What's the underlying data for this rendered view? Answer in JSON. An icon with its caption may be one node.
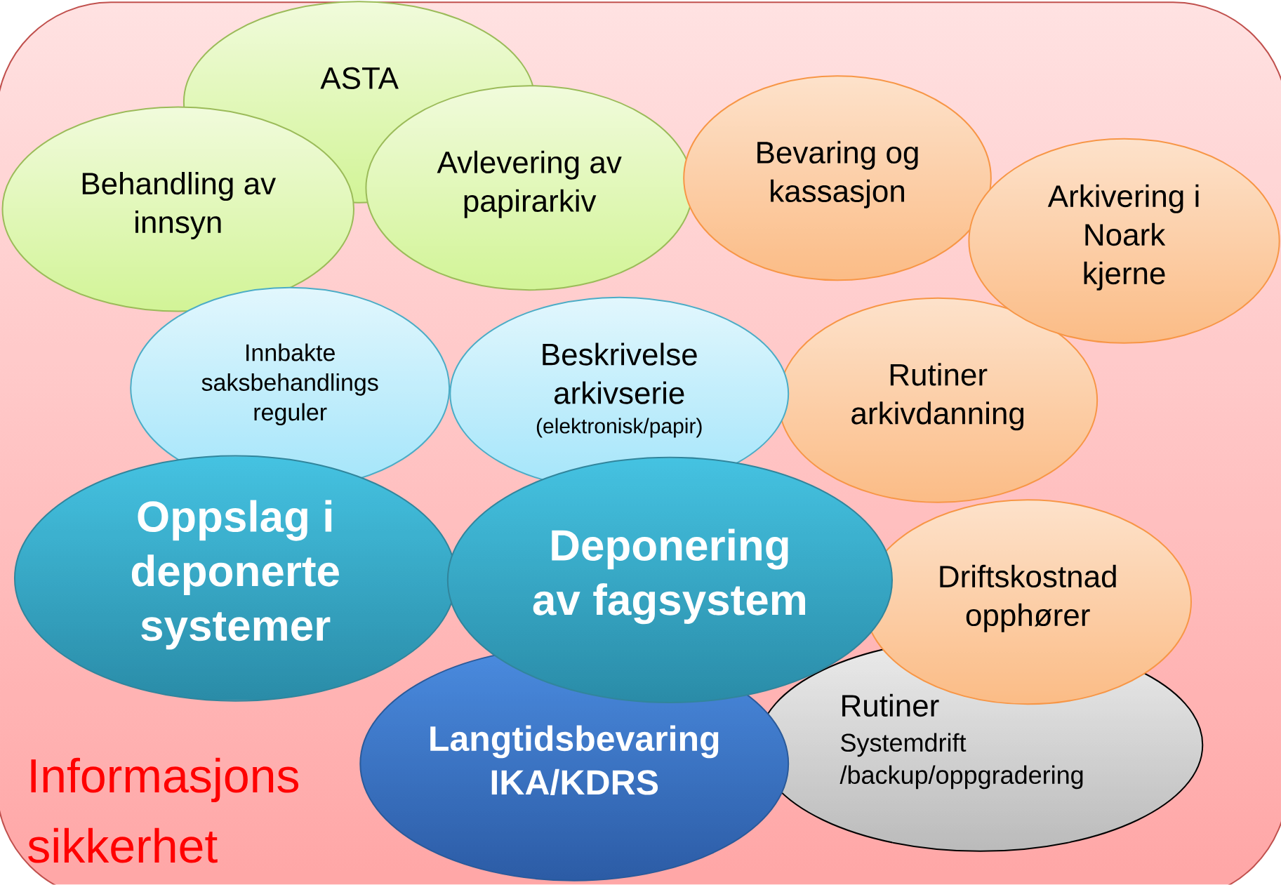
{
  "diagram": {
    "nodes": [
      {
        "text": [
          "Informasjons sikkerhet"
        ]
      },
      {
        "text": [
          "ASTA"
        ],
        "in": 0
      },
      {
        "text": [
          "Behandling av innsyn"
        ],
        "in": 0
      },
      {
        "text": [
          "Avlevering av papirarkiv"
        ],
        "in": 0
      },
      {
        "text": [
          "Bevaring og kassasjon"
        ],
        "in": 0
      },
      {
        "text": [
          "Arkivering i Noark kjerne"
        ],
        "in": 0
      },
      {
        "text": [
          "Innbakte saksbehandlings reguler"
        ],
        "in": 0
      },
      {
        "text": [
          "Beskrivelse arkivserie",
          "(elektronisk/papir)"
        ],
        "in": 0
      },
      {
        "text": [
          "Rutiner arkivdanning"
        ],
        "in": 0
      },
      {
        "text": [
          "Oppslag i deponerte systemer"
        ],
        "in": 0
      },
      {
        "text": [
          "Deponering av fagsystem"
        ],
        "in": 0
      },
      {
        "text": [
          "Driftskostnad opphører"
        ],
        "in": 0
      },
      {
        "text": [
          "Langtidsbevaring IKA/KDRS"
        ],
        "in": 0
      },
      {
        "text": [
          "Rutiner",
          "Systemdrift /backup/oppgradering"
        ],
        "in": 0
      }
    ]
  }
}
